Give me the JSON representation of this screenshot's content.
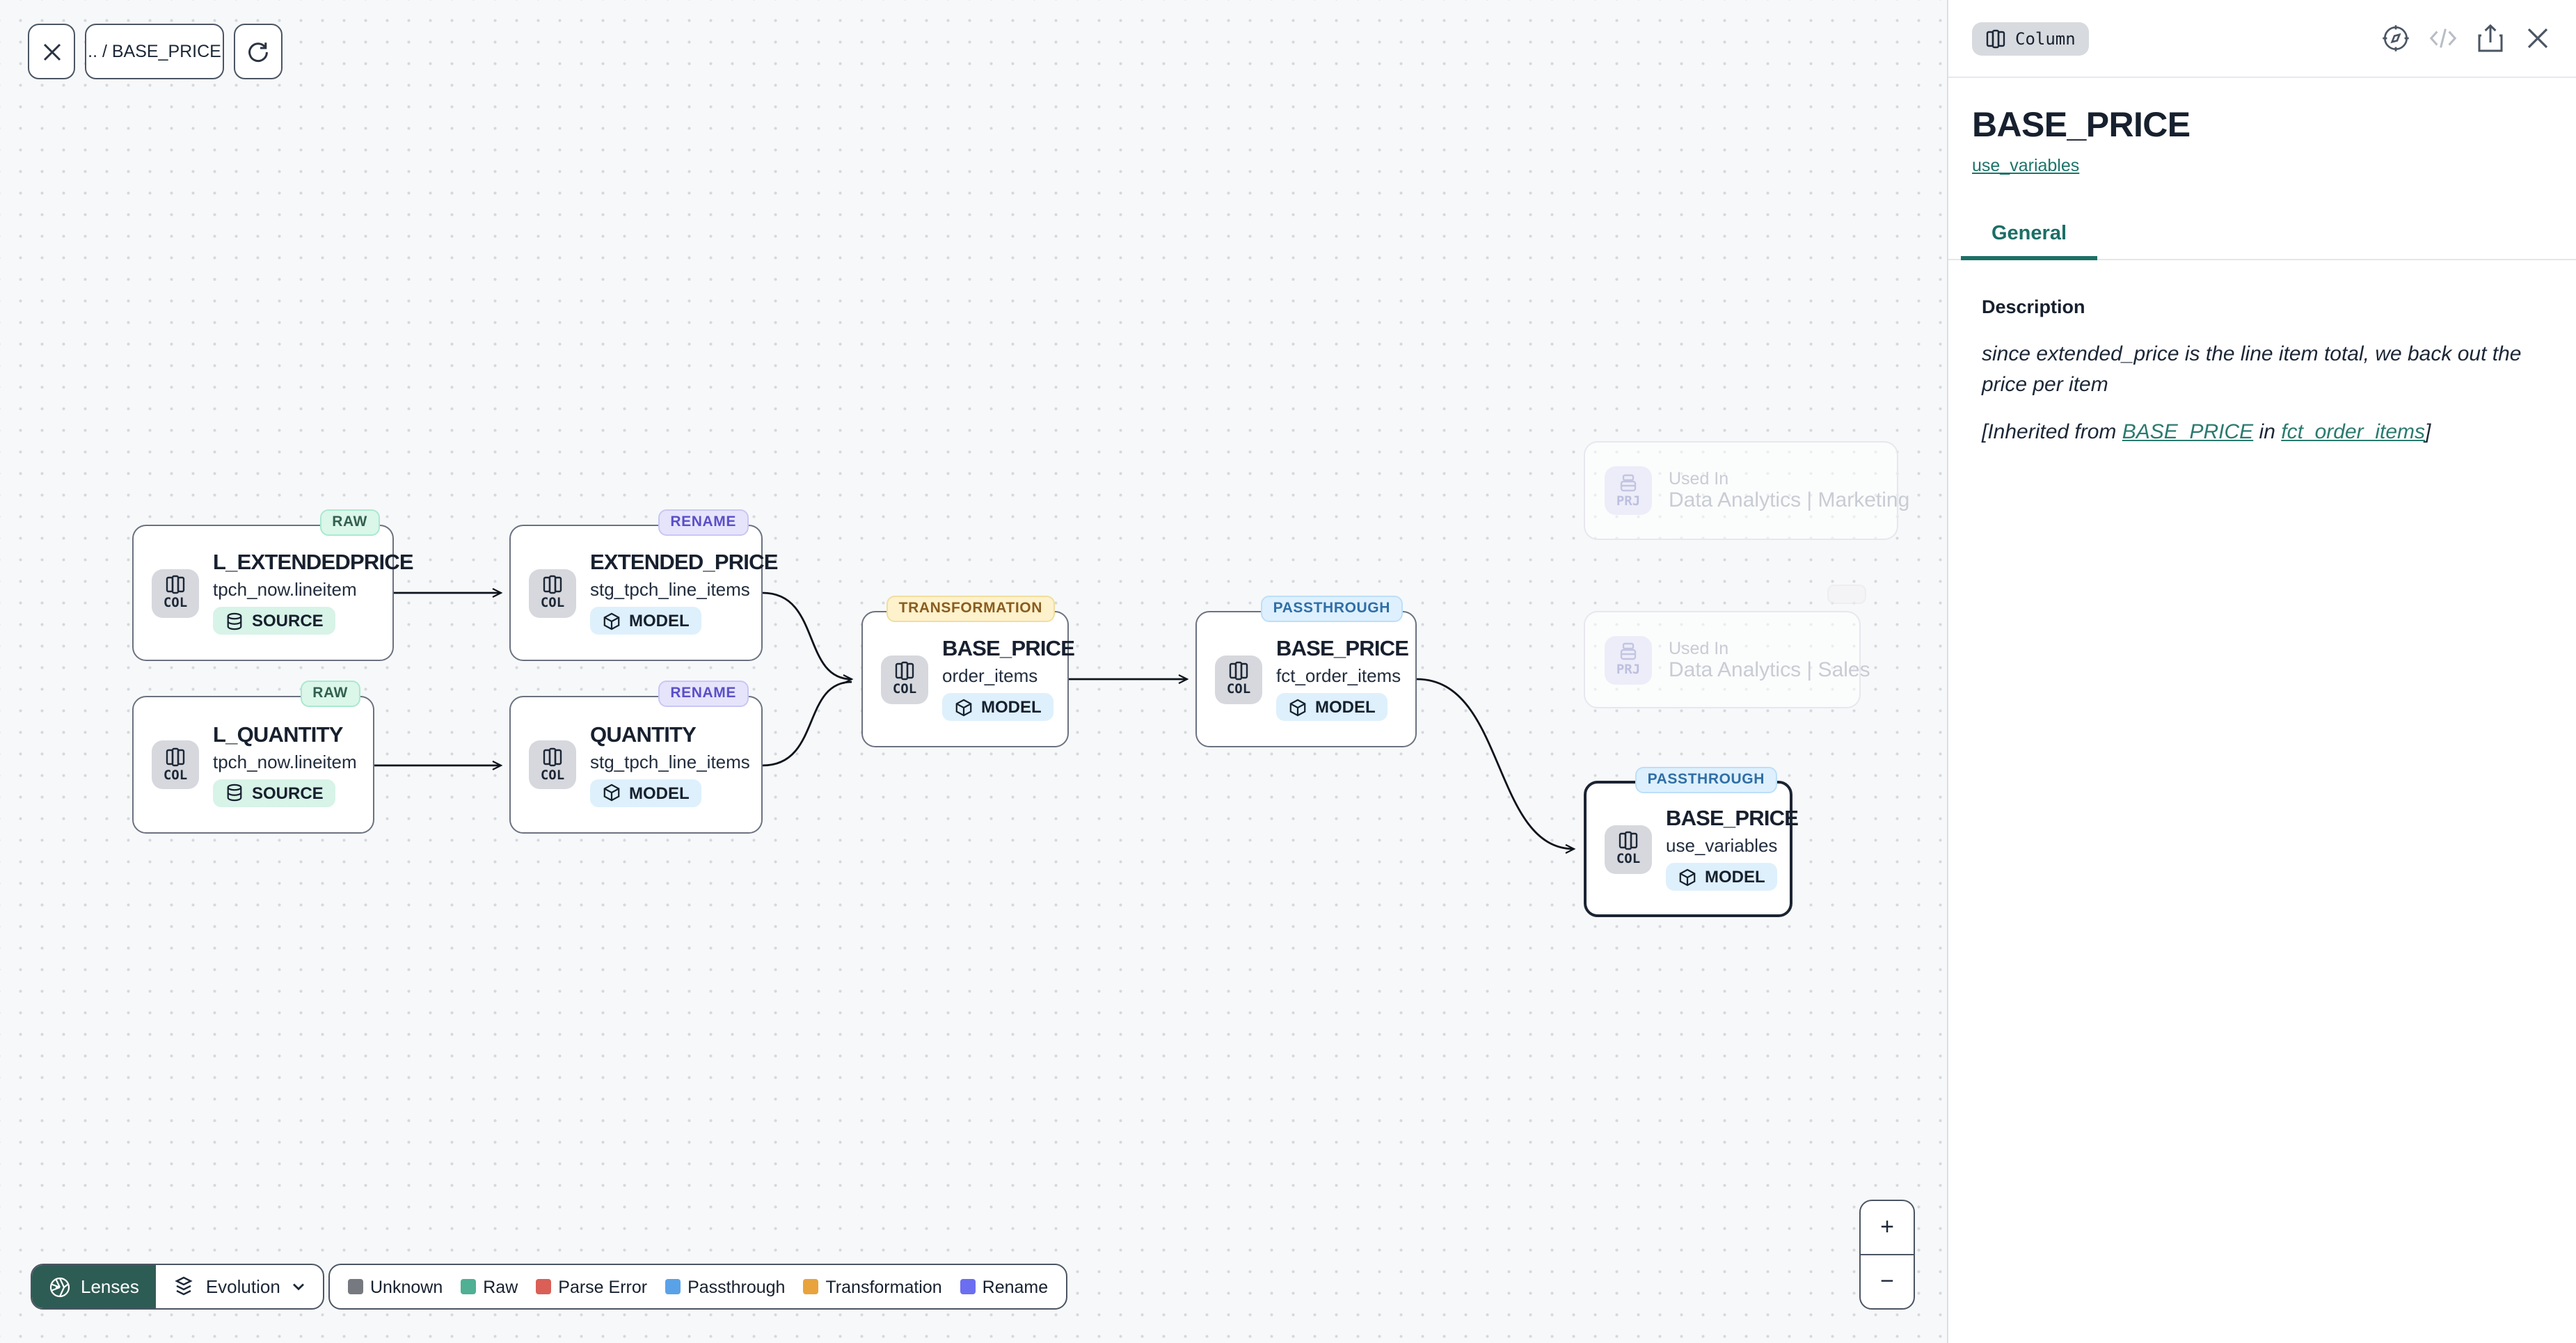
{
  "toolbar": {
    "breadcrumb": ".. / BASE_PRICE"
  },
  "nodes": [
    {
      "badge": "RAW",
      "name": "L_EXTENDEDPRICE",
      "table": "tpch_now.lineitem",
      "chip": "COL",
      "type": "SOURCE"
    },
    {
      "badge": "RAW",
      "name": "L_QUANTITY",
      "table": "tpch_now.lineitem",
      "chip": "COL",
      "type": "SOURCE"
    },
    {
      "badge": "RENAME",
      "name": "EXTENDED_PRICE",
      "table": "stg_tpch_line_items",
      "chip": "COL",
      "type": "MODEL"
    },
    {
      "badge": "RENAME",
      "name": "QUANTITY",
      "table": "stg_tpch_line_items",
      "chip": "COL",
      "type": "MODEL"
    },
    {
      "badge": "TRANSFORMATION",
      "name": "BASE_PRICE",
      "table": "order_items",
      "chip": "COL",
      "type": "MODEL"
    },
    {
      "badge": "PASSTHROUGH",
      "name": "BASE_PRICE",
      "table": "fct_order_items",
      "chip": "COL",
      "type": "MODEL"
    },
    {
      "badge": "PASSTHROUGH",
      "name": "BASE_PRICE",
      "table": "use_variables",
      "chip": "COL",
      "type": "MODEL"
    }
  ],
  "ghosts": [
    {
      "chip": "PRJ",
      "label": "Used In",
      "name": "Data Analytics | Marketing"
    },
    {
      "chip": "PRJ",
      "label": "Used In",
      "name": "Data Analytics | Sales"
    }
  ],
  "legend": {
    "lenses_label": "Lenses",
    "mode_label": "Evolution",
    "items": [
      {
        "label": "Unknown",
        "color": "#767a80"
      },
      {
        "label": "Raw",
        "color": "#4fb093"
      },
      {
        "label": "Parse Error",
        "color": "#d95f57"
      },
      {
        "label": "Passthrough",
        "color": "#5aa2e8"
      },
      {
        "label": "Transformation",
        "color": "#e8a33d"
      },
      {
        "label": "Rename",
        "color": "#6b6ef0"
      }
    ]
  },
  "zoomctl": {
    "in_label": "+",
    "out_label": "−"
  },
  "panel": {
    "entity_badge": "Column",
    "title": "BASE_PRICE",
    "model_link": "use_variables",
    "tab_general": "General",
    "description_label": "Description",
    "description": "since extended_price is the line item total, we back out the price per item",
    "inherited_prefix": "[Inherited from ",
    "inherited_link_column": "BASE_PRICE",
    "inherited_mid": " in ",
    "inherited_link_model": "fct_order_items",
    "inherited_suffix": "]"
  },
  "colors": {
    "accent_teal": "#1d6f66",
    "lenses_button_bg": "#2d5c54",
    "selected_node_border": "#1b2433"
  }
}
